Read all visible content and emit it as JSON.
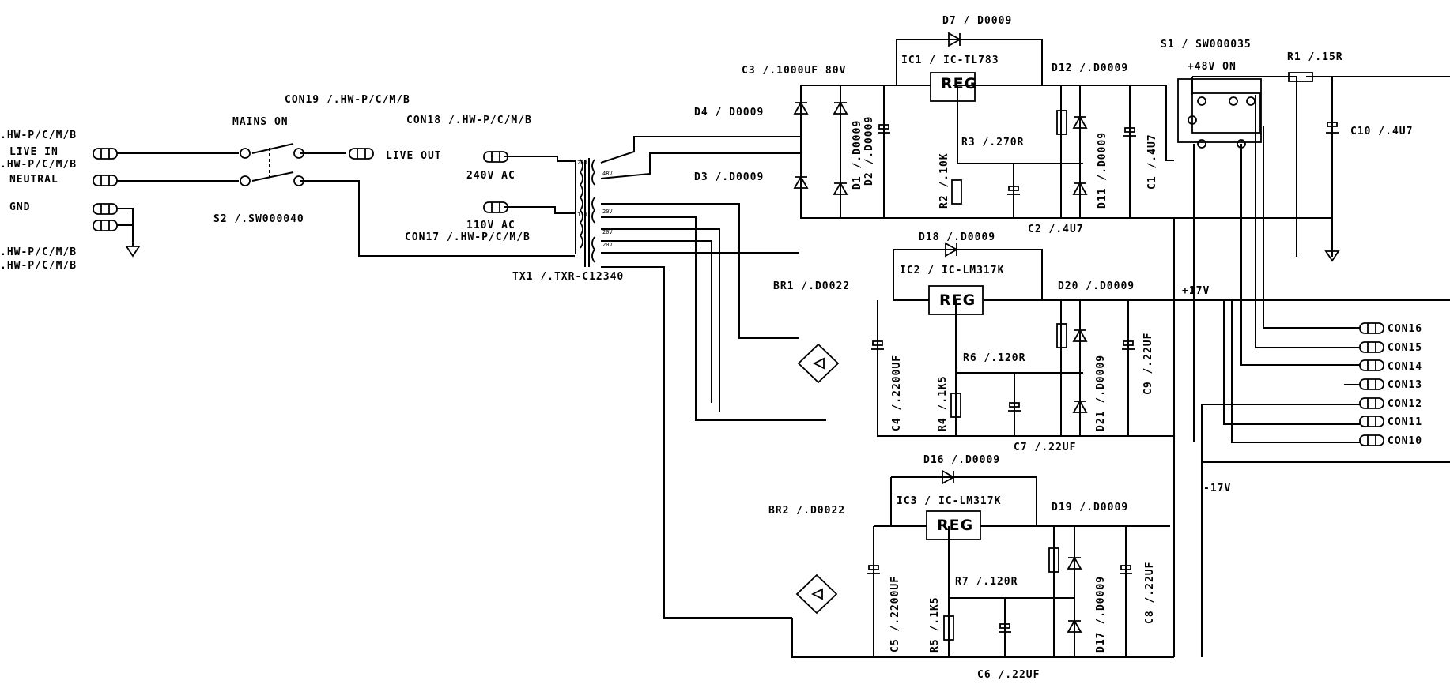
{
  "labels": {
    "con_left_1": ".HW-P/C/M/B",
    "live_in": "LIVE IN",
    "con_left_2": ".HW-P/C/M/B",
    "neutral": "NEUTRAL",
    "gnd": "GND",
    "con_left_3": ".HW-P/C/M/B",
    "con_left_4": ".HW-P/C/M/B",
    "mains_on": "MAINS ON",
    "con19": "CON19 /.HW-P/C/M/B",
    "con18": "CON18 /.HW-P/C/M/B",
    "live_out": "LIVE OUT",
    "v240_ac": "240V AC",
    "s2": "S2 /.SW000040",
    "v110_ac": "110V AC",
    "con17": "CON17 /.HW-P/C/M/B",
    "tx1": "TX1 /.TXR-C12340",
    "tap_240": "240",
    "tap_110": "110",
    "tap_48v": "48V",
    "tap_20v_a": "20V",
    "tap_20v_b": "20V",
    "tap_20v_c": "20V",
    "d7": "D7 / D0009",
    "ic1": "IC1 / IC-TL783",
    "c3": "C3 /.1000UF 80V",
    "d4": "D4 / D0009",
    "d3": "D3 /.D0009",
    "d12": "D12 /.D0009",
    "s1": "S1 / SW000035",
    "v48_on": "+48V ON",
    "r1": "R1 /.15R",
    "c10": "C10 /.4U7",
    "r3": "R3 /.270R",
    "c2": "C2 /.4U7",
    "reg": "REG",
    "d18": "D18 /.D0009",
    "ic2": "IC2 / IC-LM317K",
    "br1": "BR1 /.D0022",
    "d20": "D20 /.D0009",
    "plus17v": "+17V",
    "r6": "R6 /.120R",
    "c7": "C7 /.22UF",
    "d16": "D16 /.D0009",
    "ic3": "IC3 / IC-LM317K",
    "br2": "BR2 /.D0022",
    "d19": "D19 /.D0009",
    "minus17v": "-17V",
    "r7": "R7 /.120R",
    "c6": "C6 /.22UF",
    "con16": "CON16",
    "con15": "CON15",
    "con14": "CON14",
    "con13": "CON13",
    "con12": "CON12",
    "con11": "CON11",
    "con10": "CON10",
    "d1": "D1 /.D0009",
    "d2": "D2 /.D0009",
    "r2": "R2 /.10K",
    "d11": "D11 /.D0009",
    "c1": "C1 /.4U7",
    "c4": "C4 /.2200UF",
    "r4": "R4 /.1K5",
    "d21": "D21 /.D0009",
    "c9": "C9 /.22UF",
    "c5": "C5 /.2200UF",
    "r5": "R5 /.1K5",
    "d17": "D17 /.D0009",
    "c8": "C8 /.22UF"
  }
}
